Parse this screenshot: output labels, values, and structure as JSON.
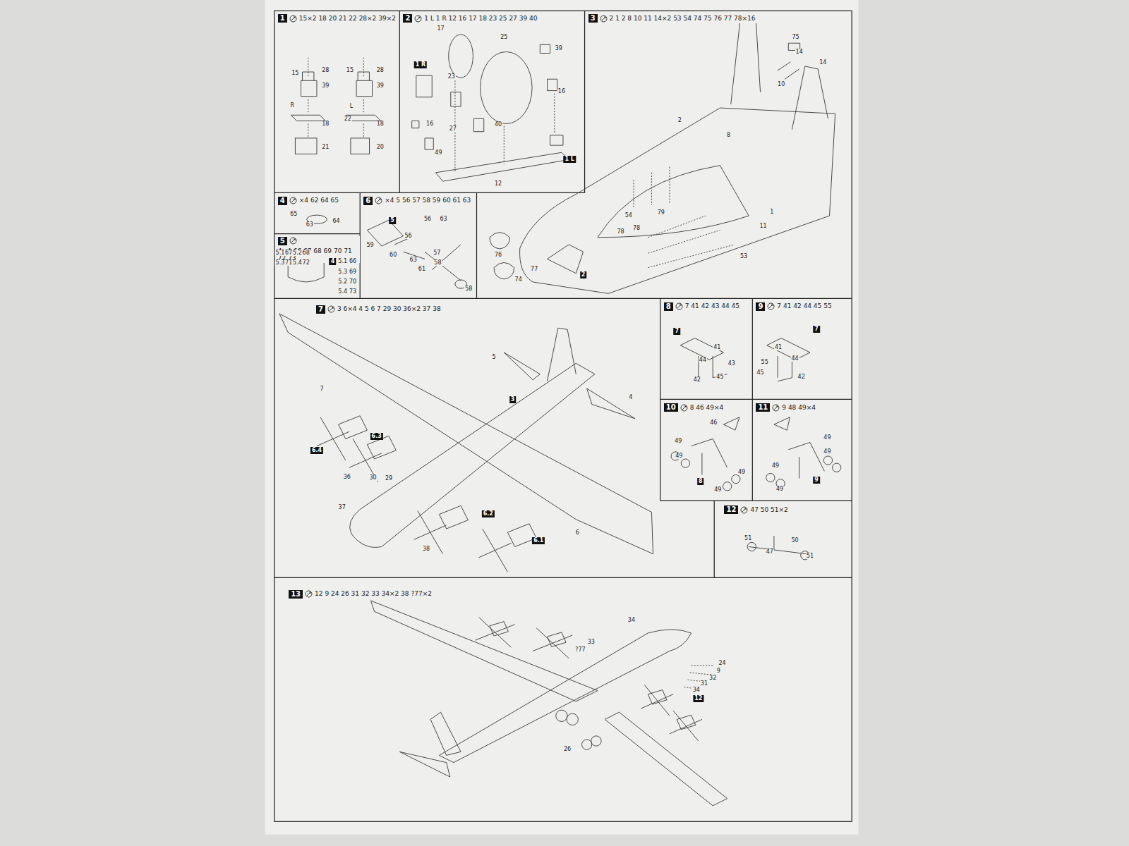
{
  "diagram": {
    "nodes": [
      {
        "text": [
          "1",
          "15×2 18 20 21 22 28×2 39×2"
        ]
      },
      {
        "text": [
          "2",
          "1 L 1 R 12 16 17 18 23 25 27 39 40"
        ]
      },
      {
        "text": [
          "3",
          "2 1 2 8 10 11 14×2 53 54 74 75 76 77 78×16"
        ]
      },
      {
        "text": [
          "4",
          "×4 62 64 65"
        ]
      },
      {
        "text": [
          "5",
          "4×4 66 67 68 69 70 71 72 73"
        ]
      },
      {
        "text": [
          "6",
          "×4 5 56 57 58 59 60 61 63"
        ]
      },
      {
        "text": [
          "7",
          "3 6×4 4 5 6 7 29 30 36×2 37 38"
        ]
      },
      {
        "text": [
          "8",
          "7 41 42 43 44 45"
        ]
      },
      {
        "text": [
          "9",
          "7 41 42 44 45 55"
        ]
      },
      {
        "text": [
          "10",
          "8 46 49×4"
        ]
      },
      {
        "text": [
          "11",
          "9 48 49×4"
        ]
      },
      {
        "text": [
          "12",
          "47 50 51×2"
        ]
      },
      {
        "text": [
          "13",
          "12 9 24 26 31 32 33 34×2 38 ?77×2"
        ]
      }
    ],
    "labels": [
      "15",
      "28",
      "39",
      "R",
      "18",
      "21",
      "15",
      "28",
      "39",
      "L",
      "22",
      "18",
      "20",
      "25",
      "17",
      "1 R",
      "23",
      "16",
      "27",
      "49",
      "40",
      "39",
      "16",
      "12",
      "1 L",
      "75",
      "14",
      "14",
      "10",
      "2",
      "8",
      "1",
      "11",
      "54",
      "79",
      "78",
      "78",
      "76",
      "77",
      "2",
      "74",
      "53",
      "65",
      "63",
      "64",
      "5.1",
      "67",
      "5.2",
      "68",
      "5.3",
      "71",
      "5.4",
      "72",
      "4",
      "5.1",
      "66",
      "5.3",
      "69",
      "5.2",
      "70",
      "5.4",
      "73",
      "5",
      "56",
      "63",
      "59",
      "56",
      "60",
      "63",
      "61",
      "57",
      "58",
      "58",
      "5",
      "3",
      "4",
      "7",
      "6.4",
      "6.3",
      "36",
      "30",
      "29",
      "37",
      "38",
      "6.2",
      "6.1",
      "6",
      "7",
      "41",
      "44",
      "43",
      "42",
      "45",
      "7",
      "41",
      "44",
      "55",
      "45",
      "42",
      "46",
      "49",
      "49",
      "8",
      "49",
      "49",
      "49",
      "49",
      "49",
      "9",
      "49",
      "51",
      "50",
      "47",
      "51",
      "34",
      "33",
      "?77",
      "24",
      "9",
      "32",
      "31",
      "34",
      "12",
      "26"
    ]
  }
}
